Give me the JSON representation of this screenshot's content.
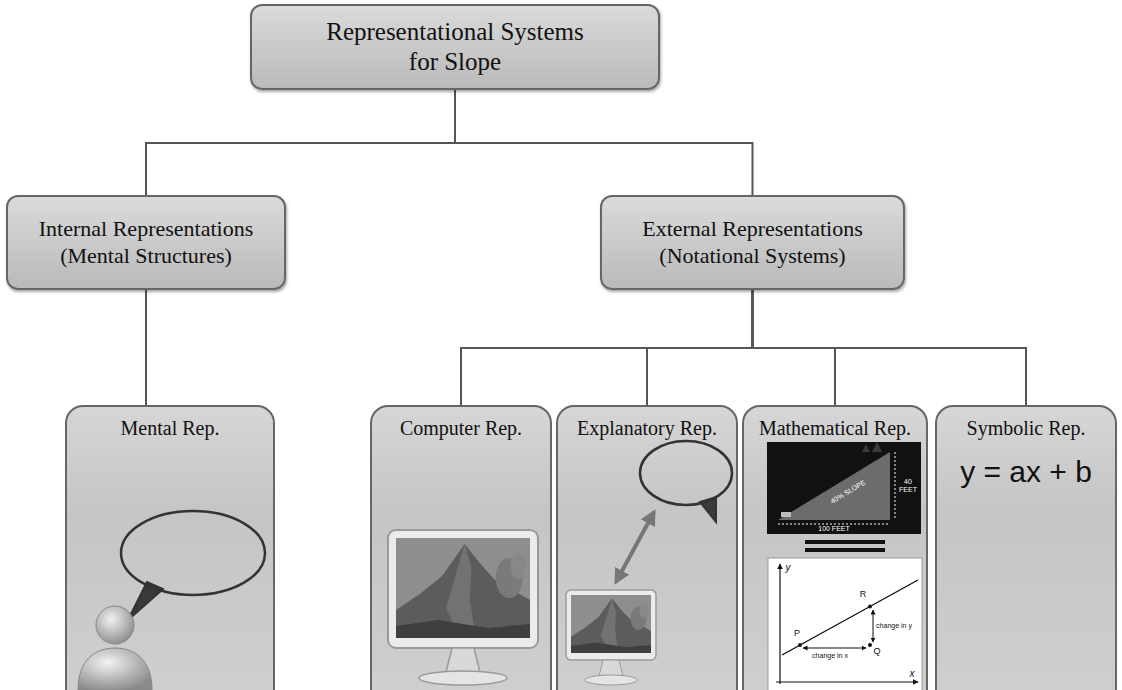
{
  "diagram": {
    "nodes": [
      {
        "text": [
          "Representational Systems for Slope"
        ]
      },
      {
        "text": [
          "Internal Representations (Mental Structures)"
        ]
      },
      {
        "text": [
          "External Representations (Notational Systems)"
        ]
      },
      {
        "text": [
          "Mental Rep."
        ]
      },
      {
        "text": [
          "Computer Rep."
        ]
      },
      {
        "text": [
          "Explanatory Rep."
        ]
      },
      {
        "text": [
          "Mathematical Rep."
        ]
      },
      {
        "text": [
          "Symbolic Rep.",
          "y = ax + b"
        ]
      }
    ],
    "edges": [
      {
        "from": 0,
        "to": 1,
        "arrow": "none"
      },
      {
        "from": 0,
        "to": 2,
        "arrow": "none"
      },
      {
        "from": 1,
        "to": 3,
        "arrow": "none"
      },
      {
        "from": 2,
        "to": 4,
        "arrow": "none"
      },
      {
        "from": 2,
        "to": 5,
        "arrow": "none"
      },
      {
        "from": 2,
        "to": 6,
        "arrow": "none"
      },
      {
        "from": 2,
        "to": 7,
        "arrow": "none"
      }
    ],
    "labels": [
      "40% SLOPE",
      "40 FEET",
      "100 FEET",
      "y",
      "x",
      "P",
      "R",
      "Q",
      "change in y",
      "change in x"
    ]
  }
}
